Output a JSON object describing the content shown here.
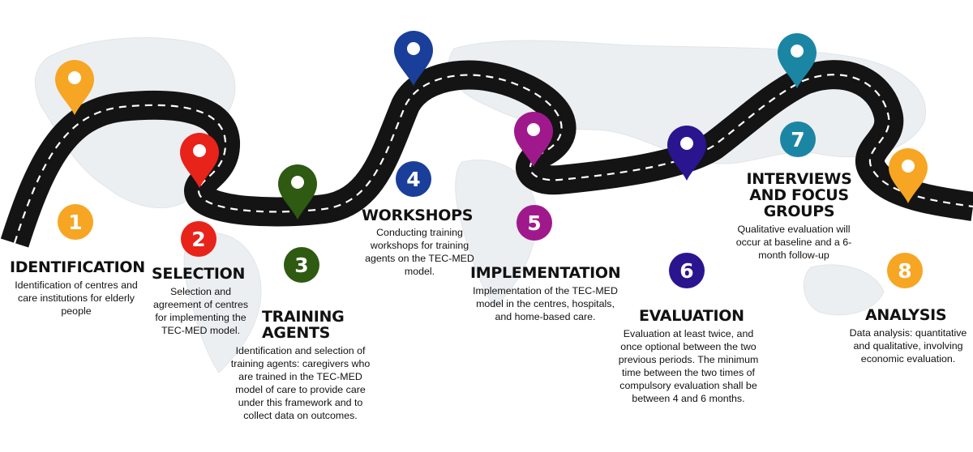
{
  "colors": {
    "road": "#141414",
    "road_dash": "#ffffff",
    "map": "#e9ecef",
    "step1": "#f6a623",
    "step2": "#e8231a",
    "step3": "#2e5a12",
    "step4": "#1a3f9a",
    "step5": "#a0198c",
    "step6": "#2a158f",
    "step7": "#1b86a3",
    "step8": "#f6a623"
  },
  "steps": [
    {
      "number": "1",
      "title": "IDENTIFICATION",
      "description": "Identification of centres and care institutions for elderly people",
      "color_key": "step1",
      "pin_icon": "location-pin-icon"
    },
    {
      "number": "2",
      "title": "SELECTION",
      "description": "Selection and agreement of centres for implementing the TEC-MED model.",
      "color_key": "step2",
      "pin_icon": "location-pin-icon"
    },
    {
      "number": "3",
      "title": "TRAINING AGENTS",
      "description": "Identification and selection of training agents: caregivers who are trained in the TEC-MED model of care to provide care under this framework and to collect data on outcomes.",
      "color_key": "step3",
      "pin_icon": "location-pin-icon"
    },
    {
      "number": "4",
      "title": "WORKSHOPS",
      "description": "Conducting training workshops for training agents on the TEC-MED model.",
      "color_key": "step4",
      "pin_icon": "location-pin-icon"
    },
    {
      "number": "5",
      "title": "IMPLEMENTATION",
      "description": "Implementation of the TEC-MED model in the centres, hospitals, and home-based care.",
      "color_key": "step5",
      "pin_icon": "location-pin-icon"
    },
    {
      "number": "6",
      "title": "EVALUATION",
      "description": "Evaluation at least twice, and once optional between the two previous periods. The minimum time between the two times of compulsory evaluation shall be between 4 and 6 months.",
      "color_key": "step6",
      "pin_icon": "location-pin-icon"
    },
    {
      "number": "7",
      "title": "INTERVIEWS AND FOCUS GROUPS",
      "description": "Qualitative evaluation will occur at baseline and a 6-month follow-up",
      "color_key": "step7",
      "pin_icon": "location-pin-icon"
    },
    {
      "number": "8",
      "title": "ANALYSIS",
      "description": "Data analysis: quantitative and qualitative, involving economic evaluation.",
      "color_key": "step8",
      "pin_icon": "location-pin-icon"
    }
  ]
}
